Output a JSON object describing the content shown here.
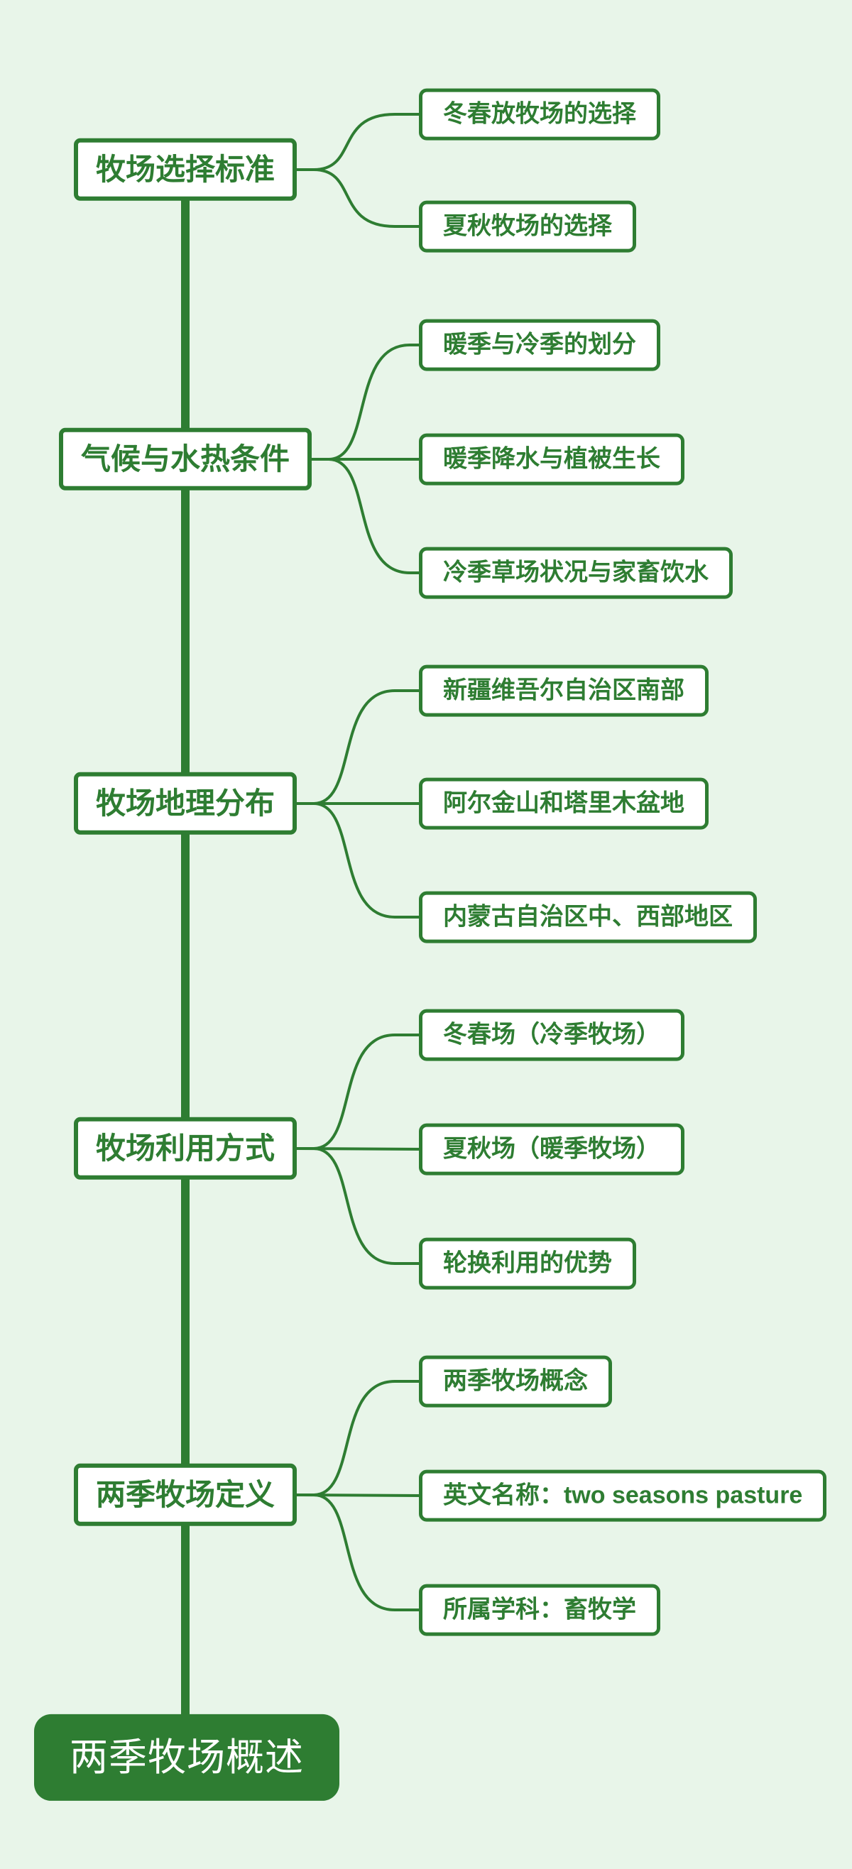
{
  "colors": {
    "background": "#e8f5e9",
    "line": "#2e7d32",
    "node_border": "#2e7d32",
    "node_text": "#2e7d32",
    "node_fill": "#ffffff",
    "root_fill": "#2e7d32",
    "root_text": "#ffffff"
  },
  "root": {
    "label": "两季牧场概述"
  },
  "sections": [
    {
      "label": "牧场选择标准",
      "children": [
        "冬春放牧场的选择",
        "夏秋牧场的选择"
      ]
    },
    {
      "label": "气候与水热条件",
      "children": [
        "暖季与冷季的划分",
        "暖季降水与植被生长",
        "冷季草场状况与家畜饮水"
      ]
    },
    {
      "label": "牧场地理分布",
      "children": [
        "新疆维吾尔自治区南部",
        "阿尔金山和塔里木盆地",
        "内蒙古自治区中、西部地区"
      ]
    },
    {
      "label": "牧场利用方式",
      "children": [
        "冬春场（冷季牧场）",
        "夏秋场（暖季牧场）",
        "轮换利用的优势"
      ]
    },
    {
      "label": "两季牧场定义",
      "children": [
        "两季牧场概念",
        "英文名称：two seasons pasture",
        "所属学科：畜牧学"
      ]
    }
  ]
}
